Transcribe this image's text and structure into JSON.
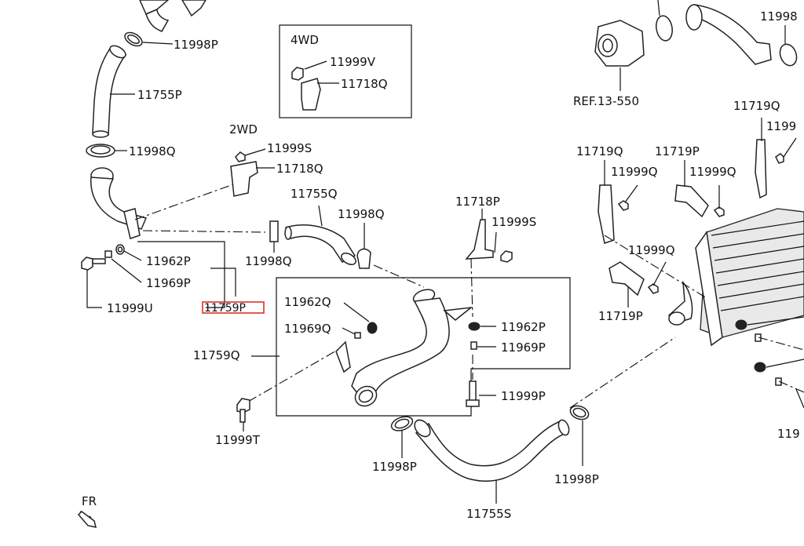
{
  "labels": {
    "l_11998P_top": "11998P",
    "l_11755P_top": "11755P",
    "l_11998Q_left": "11998Q",
    "l_2WD": "2WD",
    "l_11999S_2wd": "11999S",
    "l_11718Q_2wd": "11718Q",
    "l_4WD": "4WD",
    "l_11999V": "11999V",
    "l_11718Q_4wd": "11718Q",
    "l_11755Q": "11755Q",
    "l_11998Q_mid": "11998Q",
    "l_11998Q_low": "11998Q",
    "l_11962P_left": "11962P",
    "l_11969P_left": "11969P",
    "l_11999U": "11999U",
    "l_11759P": "11759P",
    "l_11718P": "11718P",
    "l_11999S_mid": "11999S",
    "l_11962Q": "11962Q",
    "l_11969Q": "11969Q",
    "l_11962P_box": "11962P",
    "l_11969P_box": "11969P",
    "l_11759Q": "11759Q",
    "l_11999P": "11999P",
    "l_11999T": "11999T",
    "l_11998P_bl": "11998P",
    "l_11998P_br": "11998P",
    "l_11755S": "11755S",
    "l_REF": "REF.13-550",
    "l_11998_topright": "11998",
    "l_11719Q_r": "11719Q",
    "l_1199_r": "1199",
    "l_11719Q_l": "11719Q",
    "l_11719P_top": "11719P",
    "l_11999Q_a": "11999Q",
    "l_11999Q_b": "11999Q",
    "l_11999Q_c": "11999Q",
    "l_11719P_low": "11719P",
    "l_119_br": "119",
    "l_FR": "FR"
  },
  "highlight_part": "11759P",
  "colors": {
    "line": "#111111",
    "highlight": "#e0302a",
    "background": "#ffffff"
  }
}
